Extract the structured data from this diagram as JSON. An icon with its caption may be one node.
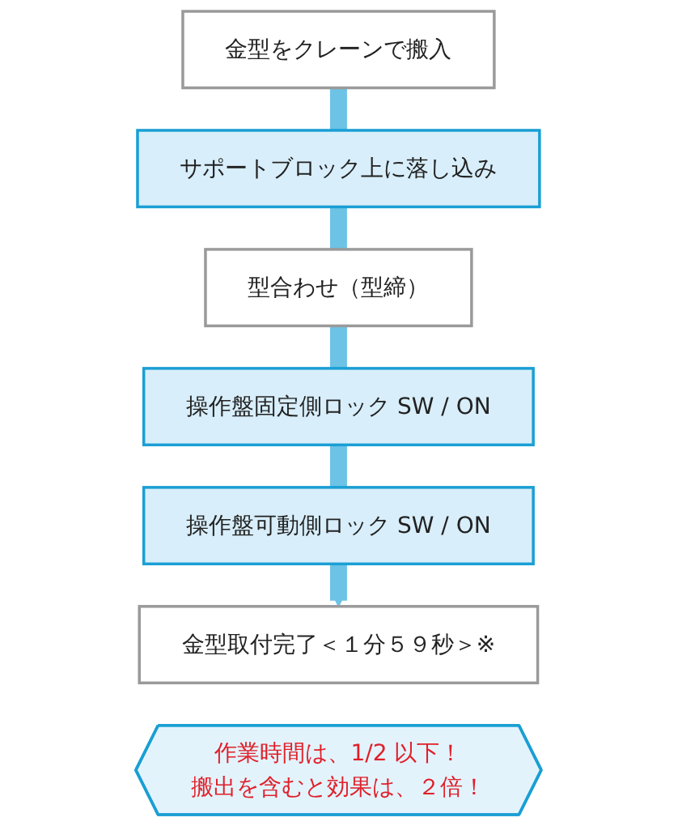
{
  "diagram": {
    "nodes": [
      {
        "text": [
          "金型をクレーンで搬入"
        ]
      },
      {
        "text": [
          "サポートブロック上に落し込み"
        ]
      },
      {
        "text": [
          "型合わせ（型締）"
        ]
      },
      {
        "text": [
          "操作盤固定側ロック SW / ON"
        ]
      },
      {
        "text": [
          "操作盤可動側ロック SW / ON"
        ]
      },
      {
        "text": [
          "金型取付完了＜１分５９秒＞※"
        ]
      },
      {
        "text": [
          "作業時間は、1/2 以下！",
          "搬出を含むと効果は、２倍！"
        ]
      }
    ],
    "edges": [
      {
        "from": 0,
        "to": 1,
        "arrow": "none"
      },
      {
        "from": 1,
        "to": 2,
        "arrow": "none"
      },
      {
        "from": 2,
        "to": 3,
        "arrow": "none"
      },
      {
        "from": 3,
        "to": 4,
        "arrow": "none"
      },
      {
        "from": 4,
        "to": 5,
        "arrow": "to"
      }
    ]
  }
}
